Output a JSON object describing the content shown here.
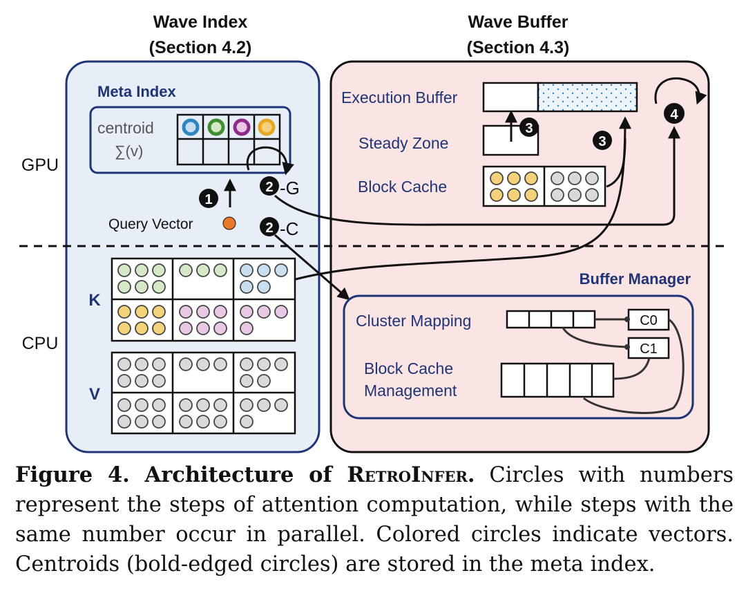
{
  "wave_index": {
    "title": "Wave Index",
    "section": "(Section 4.2)"
  },
  "wave_buffer": {
    "title": "Wave Buffer",
    "section": "(Section 4.3)"
  },
  "meta_index": {
    "title": "Meta Index",
    "centroid_label": "centroid",
    "sum_label": "∑(v)"
  },
  "gpu_label": "GPU",
  "cpu_label": "CPU",
  "query_vector_label": "Query Vector",
  "k_label": "K",
  "v_label": "V",
  "steps": {
    "s1": "1",
    "s2g": "2",
    "s2g_suffix": "-G",
    "s2c": "2",
    "s2c_suffix": "-C",
    "s3a": "3",
    "s3b": "3",
    "s4": "4"
  },
  "execution_buffer_label": "Execution Buffer",
  "steady_zone_label": "Steady Zone",
  "block_cache_label": "Block Cache",
  "buffer_manager_label": "Buffer Manager",
  "cluster_mapping_label": "Cluster Mapping",
  "block_cache_mgmt_line1": "Block Cache",
  "block_cache_mgmt_line2": "Management",
  "c0_label": "C0",
  "c1_label": "C1",
  "caption": {
    "head_prefix": "Figure 4. Architecture of ",
    "head_name": "RetroInfer",
    "head_suffix": ".",
    "body": " Circles with numbers represent the steps of attention computation, while steps with the same number occur in parallel. Colored circles indicate vectors. Centroids (bold-edged circles) are stored in the meta index."
  },
  "colors": {
    "blue_cluster": "#c9dff0",
    "green_cluster": "#d5e8c8",
    "purple_cluster": "#e8c8e4",
    "yellow_cluster": "#f3d27a",
    "gray_cluster": "#d9d9d9",
    "query_orange": "#e9782b",
    "wave_index_bg": "#e8eef8",
    "wave_buffer_bg": "#fbe4e4",
    "navy": "#1f3474"
  }
}
